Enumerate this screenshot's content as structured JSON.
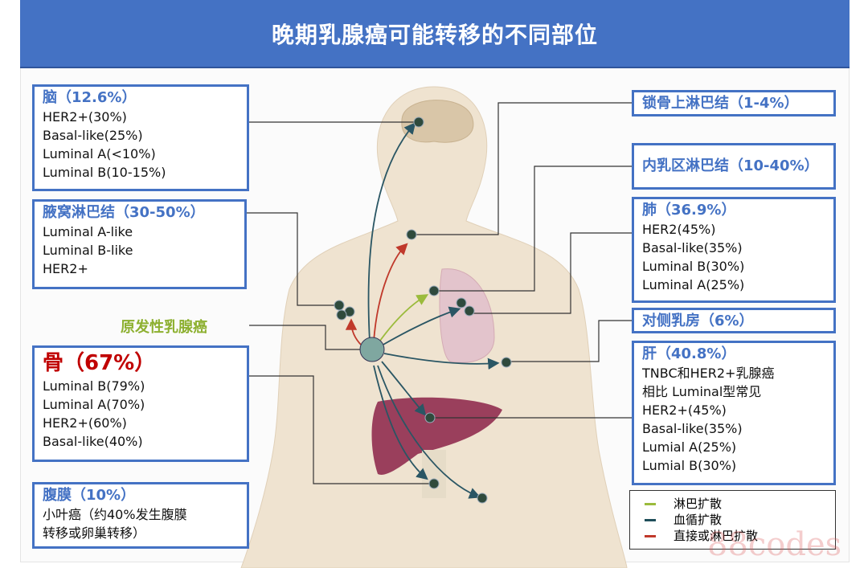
{
  "title": "晚期乳腺癌可能转移的不同部位",
  "primary_label": "原发性乳腺癌",
  "boxes": {
    "brain": {
      "title": "脑（12.6%）",
      "lines": [
        "HER2+(30%)",
        "Basal-like(25%)",
        "Luminal A(<10%)",
        "Luminal B(10-15%)"
      ]
    },
    "axilla": {
      "title": "腋窝淋巴结（30-50%）",
      "lines": [
        "Luminal A-like",
        "Luminal B-like",
        "HER2+"
      ]
    },
    "bone": {
      "title": "骨（67%）",
      "lines": [
        "Luminal B(79%)",
        "Luminal A(70%)",
        "HER2+(60%)",
        "Basal-like(40%)"
      ]
    },
    "peritoneum": {
      "title": "腹膜（10%）",
      "lines": [
        "小叶癌（约40%发生腹膜",
        "转移或卵巢转移）"
      ]
    },
    "clavicle": {
      "title": "锁骨上淋巴结（1-4%）"
    },
    "mammary": {
      "title": "内乳区淋巴结（10-40%）"
    },
    "lung": {
      "title": "肺（36.9%）",
      "lines": [
        "HER2(45%)",
        "Basal-like(35%)",
        "Luminal B(30%)",
        "Luminal A(25%)"
      ]
    },
    "contra": {
      "title": "对侧乳房（6%）"
    },
    "liver": {
      "title": "肝（40.8%）",
      "lines": [
        "TNBC和HER2+乳腺癌",
        "相比  Luminal型常见",
        "HER2+(45%)",
        "Basal-like(35%)",
        "Lumial A(25%)",
        "Lumial B(30%)"
      ]
    }
  },
  "legend": [
    {
      "label": "淋巴扩散",
      "color": "#9bbb3c"
    },
    {
      "label": "血循扩散",
      "color": "#1f4e5a"
    },
    {
      "label": "直接或淋巴扩散",
      "color": "#c0392b"
    }
  ],
  "watermark": "88codes",
  "colors": {
    "header": "#4472c4",
    "accent": "#4472c4",
    "bone": "#c00000",
    "primary": "#8db030"
  }
}
